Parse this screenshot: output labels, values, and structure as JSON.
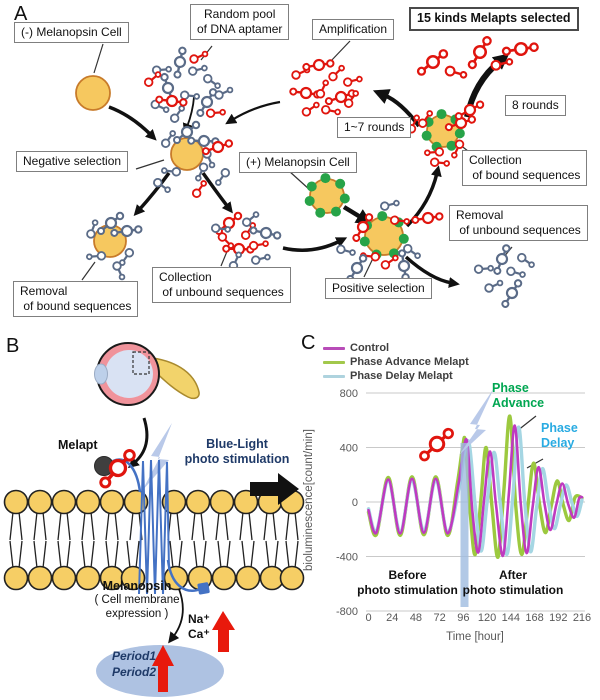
{
  "panel_a": {
    "label": "A",
    "boxes": {
      "neg_cell": "(-) Melanopsin Cell",
      "random_pool": "Random pool\nof DNA aptamer",
      "amplification": "Amplification",
      "selected": "15 kinds Melapts selected",
      "rounds_1_7": "1~7 rounds",
      "rounds_8": "8 rounds",
      "negative_selection": "Negative selection",
      "pos_cell": "(+) Melanopsin Cell",
      "removal_bound": "Removal\n of bound sequences",
      "collection_unbound": "Collection\n of unbound sequences",
      "positive_selection": "Positive selection",
      "collection_bound": "Collection\n of bound sequences",
      "removal_unbound": "Removal\n of unbound sequences"
    }
  },
  "panel_b": {
    "label": "B",
    "melapt": "Melapt",
    "blue_light": "Blue-Light\nphoto stimulation",
    "melanopsin": "Melanopsin",
    "expression": "( Cell membrane\nexpression )",
    "ions": "Na⁺\nCa⁺",
    "genes": "Period1\nPeriod2"
  },
  "panel_c": {
    "label": "C",
    "legend": [
      {
        "label": "Control",
        "color": "#b84cb8"
      },
      {
        "label": "Phase Advance Melapt",
        "color": "#a2c84b"
      },
      {
        "label": "Phase Delay Melapt",
        "color": "#aed3de"
      }
    ],
    "ylabel": "bioluminescence[count/min]",
    "xlabel": "Time [hour]",
    "before": "Before\nphoto stimulation",
    "after": "After\nphoto stimulation",
    "phase_advance": "Phase\nAdvance",
    "phase_delay": "Phase\nDelay",
    "phase_advance_color": "#00a651",
    "phase_delay_color": "#29abe2"
  },
  "chart_data": {
    "type": "line",
    "xlabel": "Time [hour]",
    "ylabel": "bioluminescence[count/min]",
    "xlim": [
      0,
      216
    ],
    "ylim": [
      -800,
      800
    ],
    "xticks": [
      0,
      24,
      48,
      72,
      96,
      120,
      144,
      168,
      192,
      216
    ],
    "yticks": [
      800,
      400,
      0,
      -400,
      -800
    ],
    "stimulation_time_hour": 96,
    "grid": true,
    "legend_position": "top-left",
    "series": [
      {
        "name": "Control",
        "color": "#bf3ac0",
        "width": 2.6,
        "points": [
          [
            0,
            -60
          ],
          [
            8,
            -225
          ],
          [
            20,
            165
          ],
          [
            32,
            -230
          ],
          [
            44,
            170
          ],
          [
            56,
            -225
          ],
          [
            68,
            170
          ],
          [
            80,
            -230
          ],
          [
            91,
            130
          ],
          [
            96,
            380
          ],
          [
            100,
            430
          ],
          [
            105,
            -60
          ],
          [
            111,
            -370
          ],
          [
            117,
            20
          ],
          [
            123,
            370
          ],
          [
            129,
            -20
          ],
          [
            136,
            -395
          ],
          [
            142,
            60
          ],
          [
            148,
            560
          ],
          [
            154,
            -10
          ],
          [
            160,
            -375
          ],
          [
            166,
            -40
          ],
          [
            172,
            255
          ],
          [
            178,
            -10
          ],
          [
            184,
            -205
          ],
          [
            190,
            -20
          ],
          [
            196,
            135
          ],
          [
            202,
            -15
          ],
          [
            208,
            -115
          ],
          [
            213,
            25
          ],
          [
            216,
            35
          ]
        ]
      },
      {
        "name": "Phase Advance Melapt",
        "color": "#9cc93f",
        "width": 3.4,
        "points": [
          [
            0,
            -75
          ],
          [
            8,
            -240
          ],
          [
            20,
            180
          ],
          [
            32,
            -245
          ],
          [
            44,
            185
          ],
          [
            56,
            -240
          ],
          [
            68,
            185
          ],
          [
            80,
            -245
          ],
          [
            90,
            140
          ],
          [
            95,
            390
          ],
          [
            98,
            440
          ],
          [
            103,
            -90
          ],
          [
            108,
            -385
          ],
          [
            114,
            40
          ],
          [
            119,
            400
          ],
          [
            125,
            -40
          ],
          [
            131,
            -405
          ],
          [
            137,
            90
          ],
          [
            143,
            630
          ],
          [
            149,
            -30
          ],
          [
            155,
            -385
          ],
          [
            161,
            -50
          ],
          [
            167,
            285
          ],
          [
            173,
            -15
          ],
          [
            179,
            -225
          ],
          [
            185,
            -25
          ],
          [
            191,
            155
          ],
          [
            197,
            -20
          ],
          [
            203,
            -135
          ],
          [
            209,
            35
          ],
          [
            216,
            30
          ]
        ]
      },
      {
        "name": "Phase Delay Melapt",
        "color": "#a5d6e3",
        "width": 3.4,
        "points": [
          [
            0,
            -50
          ],
          [
            8,
            -215
          ],
          [
            20,
            155
          ],
          [
            32,
            -220
          ],
          [
            44,
            160
          ],
          [
            56,
            -215
          ],
          [
            68,
            160
          ],
          [
            80,
            -220
          ],
          [
            92,
            120
          ],
          [
            97,
            360
          ],
          [
            102,
            425
          ],
          [
            108,
            -30
          ],
          [
            114,
            -360
          ],
          [
            120,
            0
          ],
          [
            127,
            365
          ],
          [
            133,
            10
          ],
          [
            140,
            -385
          ],
          [
            146,
            40
          ],
          [
            152,
            550
          ],
          [
            158,
            5
          ],
          [
            164,
            -365
          ],
          [
            170,
            -45
          ],
          [
            176,
            245
          ],
          [
            182,
            0
          ],
          [
            188,
            -195
          ],
          [
            194,
            -25
          ],
          [
            200,
            125
          ],
          [
            206,
            -10
          ],
          [
            211,
            -105
          ],
          [
            216,
            15
          ]
        ]
      }
    ]
  }
}
